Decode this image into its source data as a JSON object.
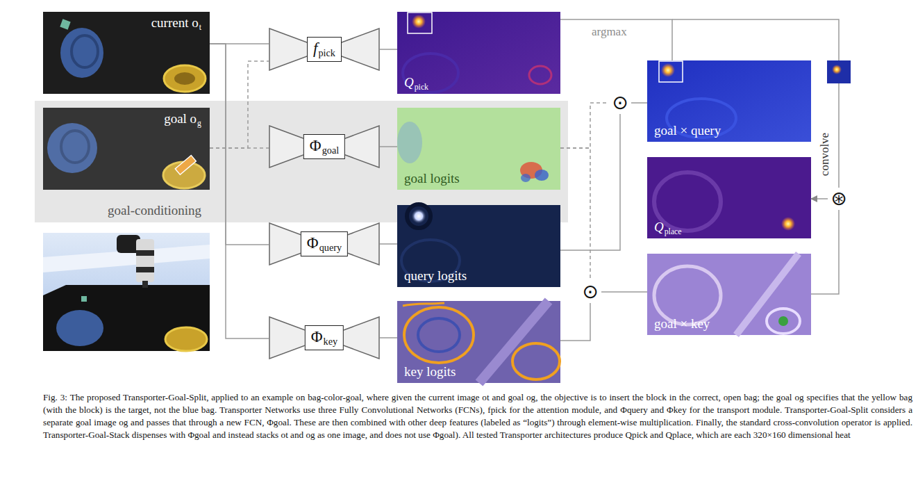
{
  "diagram": {
    "caption": "Fig. 3: The proposed Transporter-Goal-Split, applied to an example on bag-color-goal, where given the current image ot and goal og, the objective is to insert the block in the correct, open bag; the goal og specifies that the yellow bag (with the block) is the target, not the blue bag. Transporter Networks use three Fully Convolutional Networks (FCNs), fpick for the attention module, and Φquery and Φkey for the transport module. Transporter-Goal-Split considers a separate goal image og and passes that through a new FCN, Φgoal. These are then combined with other deep features (labeled as “logits”) through element-wise multiplication. Finally, the standard cross-convolution operator is applied. Transporter-Goal-Stack dispenses with Φgoal and instead stacks ot and og as one image, and does not use Φgoal). All tested Transporter architectures produce Qpick and Qplace, which are each 320×160 dimensional heat",
    "nodes": [
      {
        "text": [
          "current o",
          "t"
        ]
      },
      {
        "text": [
          "goal-conditioning"
        ]
      },
      {
        "text": [
          "goal o",
          "g"
        ],
        "in": 1
      },
      {
        "text": [
          "f",
          "pick"
        ]
      },
      {
        "text": [
          "Φ",
          "goal"
        ],
        "in": 1
      },
      {
        "text": [
          "Q",
          "pick"
        ]
      },
      {
        "text": [
          "goal logits"
        ],
        "in": 1
      },
      {
        "text": [
          "Φ",
          "query"
        ]
      },
      {
        "text": [
          "query logits"
        ]
      },
      {
        "text": [
          "Φ",
          "key"
        ]
      },
      {
        "text": [
          "key logits"
        ]
      },
      {
        "text": [
          "⊙"
        ]
      },
      {
        "text": [
          "goal × query"
        ]
      },
      {
        "text": [
          "Q",
          "place"
        ]
      },
      {
        "text": [
          "⊙"
        ]
      },
      {
        "text": [
          "goal × key"
        ]
      },
      {
        "text": [
          "⊛"
        ]
      }
    ],
    "edges": [
      {
        "from": 0,
        "to": 3,
        "arrow": "none"
      },
      {
        "from": 0,
        "to": 7,
        "arrow": "none"
      },
      {
        "from": 0,
        "to": 9,
        "arrow": "none"
      },
      {
        "from": 2,
        "to": 4,
        "arrow": "none"
      },
      {
        "from": 2,
        "to": 3,
        "arrow": "none"
      },
      {
        "from": 3,
        "to": 5,
        "arrow": "none"
      },
      {
        "from": 4,
        "to": 6,
        "arrow": "none"
      },
      {
        "from": 7,
        "to": 8,
        "arrow": "none"
      },
      {
        "from": 9,
        "to": 10,
        "arrow": "none"
      },
      {
        "from": 5,
        "to": 12,
        "label": "argmax",
        "arrow": "none"
      },
      {
        "from": 6,
        "to": 11,
        "arrow": "none"
      },
      {
        "from": 6,
        "to": 14,
        "arrow": "none"
      },
      {
        "from": 8,
        "to": 11,
        "arrow": "none"
      },
      {
        "from": 10,
        "to": 14,
        "arrow": "none"
      },
      {
        "from": 11,
        "to": 12,
        "arrow": "none"
      },
      {
        "from": 14,
        "to": 15,
        "arrow": "none"
      },
      {
        "from": 15,
        "to": 16,
        "arrow": "none"
      },
      {
        "from": 16,
        "to": 13,
        "arrow": "to"
      }
    ],
    "labels": [
      "convolve"
    ]
  }
}
